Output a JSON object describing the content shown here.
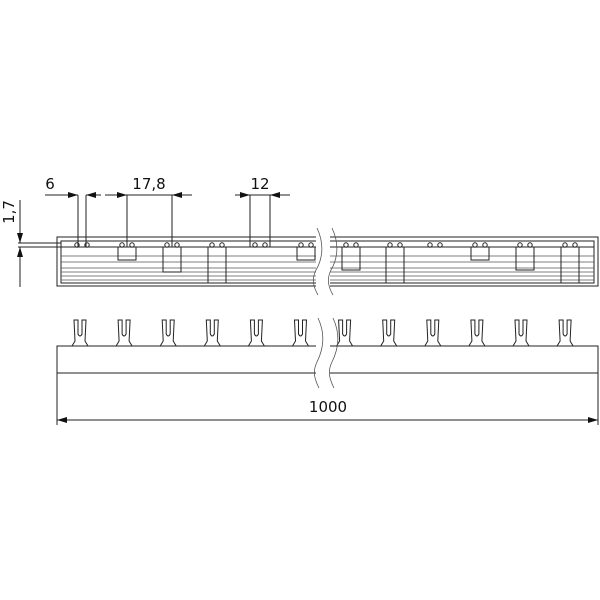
{
  "drawing": {
    "dimensions": {
      "pin_width": "6",
      "module_pitch": "17,8",
      "pin_spacing": "12",
      "thickness": "1,7",
      "length": "1000"
    },
    "line_color": "#222222",
    "background": "#ffffff"
  }
}
